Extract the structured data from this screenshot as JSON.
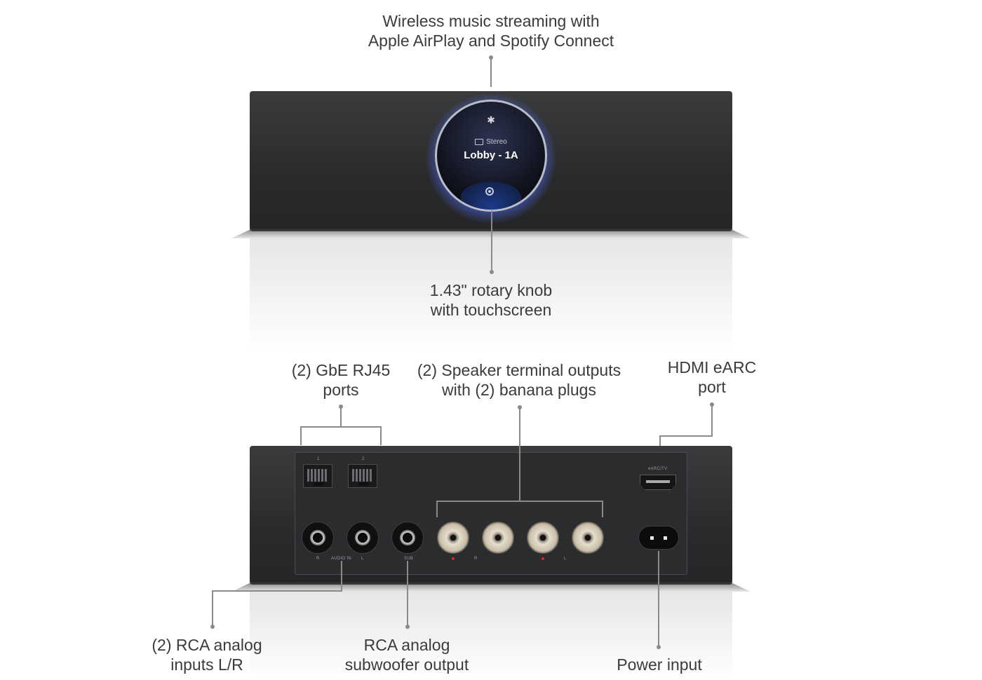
{
  "callouts": {
    "wireless": {
      "line1": "Wireless music streaming with",
      "line2": "Apple AirPlay and Spotify Connect"
    },
    "knob": {
      "line1": "1.43\" rotary knob",
      "line2": "with touchscreen"
    },
    "rj45": {
      "line1": "(2) GbE RJ45",
      "line2": "ports"
    },
    "speaker": {
      "line1": "(2) Speaker terminal outputs",
      "line2": "with (2) banana plugs"
    },
    "hdmi": {
      "line1": "HDMI eARC",
      "line2": "port"
    },
    "rca_in": {
      "line1": "(2) RCA analog",
      "line2": "inputs L/R"
    },
    "sub": {
      "line1": "RCA analog",
      "line2": "subwoofer output"
    },
    "power": {
      "line1": "Power input"
    }
  },
  "knob_screen": {
    "mode": "Stereo",
    "zone": "Lobby - 1A",
    "top_icon": "gear-icon",
    "bottom_icon": "speaker-target-icon"
  },
  "port_labels": {
    "rj45_1": "1",
    "rj45_2": "2",
    "audio_r": "R",
    "audio_in": "AUDIO IN",
    "audio_l": "L",
    "sub": "SUB",
    "spk_r": "R",
    "spk_l": "L",
    "hdmi": "eARC/TV"
  },
  "colors": {
    "device_body": "#2b2c2e",
    "knob_glow": "#5066ff",
    "callout_line": "#8a8a8a",
    "polarity_dot": "#dd2222"
  }
}
